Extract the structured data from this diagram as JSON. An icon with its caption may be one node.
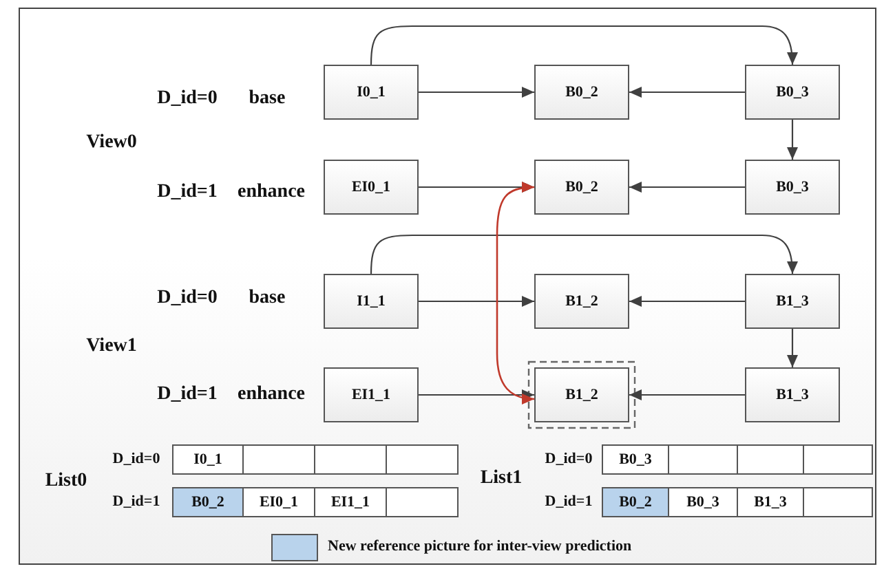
{
  "diagram": {
    "nodes": [
      {
        "text": [
          "I0_1"
        ]
      },
      {
        "text": [
          "B0_2"
        ]
      },
      {
        "text": [
          "B0_3"
        ]
      },
      {
        "text": [
          "EI0_1"
        ]
      },
      {
        "text": [
          "B0_2"
        ]
      },
      {
        "text": [
          "B0_3"
        ]
      },
      {
        "text": [
          "I1_1"
        ]
      },
      {
        "text": [
          "B1_2"
        ]
      },
      {
        "text": [
          "B1_3"
        ]
      },
      {
        "text": [
          "EI1_1"
        ]
      },
      {
        "text": [
          "B1_2"
        ]
      },
      {
        "text": [
          "B1_3"
        ]
      }
    ],
    "edges": [
      {
        "from": 0,
        "to": 1,
        "arrow": "to"
      },
      {
        "from": 2,
        "to": 1,
        "arrow": "to"
      },
      {
        "from": 0,
        "to": 2,
        "arrow": "to"
      },
      {
        "from": 2,
        "to": 5,
        "arrow": "to"
      },
      {
        "from": 3,
        "to": 4,
        "arrow": "to"
      },
      {
        "from": 5,
        "to": 4,
        "arrow": "to"
      },
      {
        "from": 4,
        "to": 10,
        "arrow": "both",
        "color": "#c0392b"
      },
      {
        "from": 6,
        "to": 7,
        "arrow": "to"
      },
      {
        "from": 8,
        "to": 7,
        "arrow": "to"
      },
      {
        "from": 6,
        "to": 8,
        "arrow": "to"
      },
      {
        "from": 8,
        "to": 11,
        "arrow": "to"
      },
      {
        "from": 9,
        "to": 10,
        "arrow": "to"
      },
      {
        "from": 11,
        "to": 10,
        "arrow": "to"
      }
    ],
    "labels": [
      "D_id=0",
      "base",
      "View0",
      "D_id=1",
      "enhance",
      "D_id=0",
      "base",
      "View1",
      "D_id=1",
      "enhance",
      "List0",
      "D_id=0",
      "I0_1",
      "D_id=1",
      "B0_2",
      "EI0_1",
      "EI1_1",
      "List1",
      "D_id=0",
      "B0_3",
      "D_id=1",
      "B0_2",
      "B0_3",
      "B1_3"
    ],
    "legend": [
      {
        "text": "New reference picture for inter-view prediction",
        "color": "#b9d3ec"
      }
    ]
  }
}
